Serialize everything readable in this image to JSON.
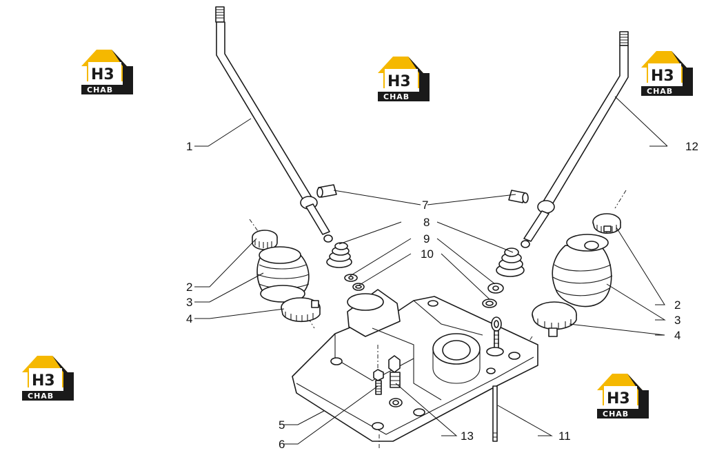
{
  "brand": {
    "logo_mark": "H3",
    "logo_caption": "CHAB",
    "yellow": "#f5b800",
    "dark": "#1a1a1a"
  },
  "callouts": [
    "1",
    "2",
    "3",
    "4",
    "5",
    "6",
    "7",
    "8",
    "9",
    "10",
    "11",
    "12",
    "13"
  ],
  "colors": {
    "line": "#1a1a1a",
    "background": "#ffffff"
  }
}
